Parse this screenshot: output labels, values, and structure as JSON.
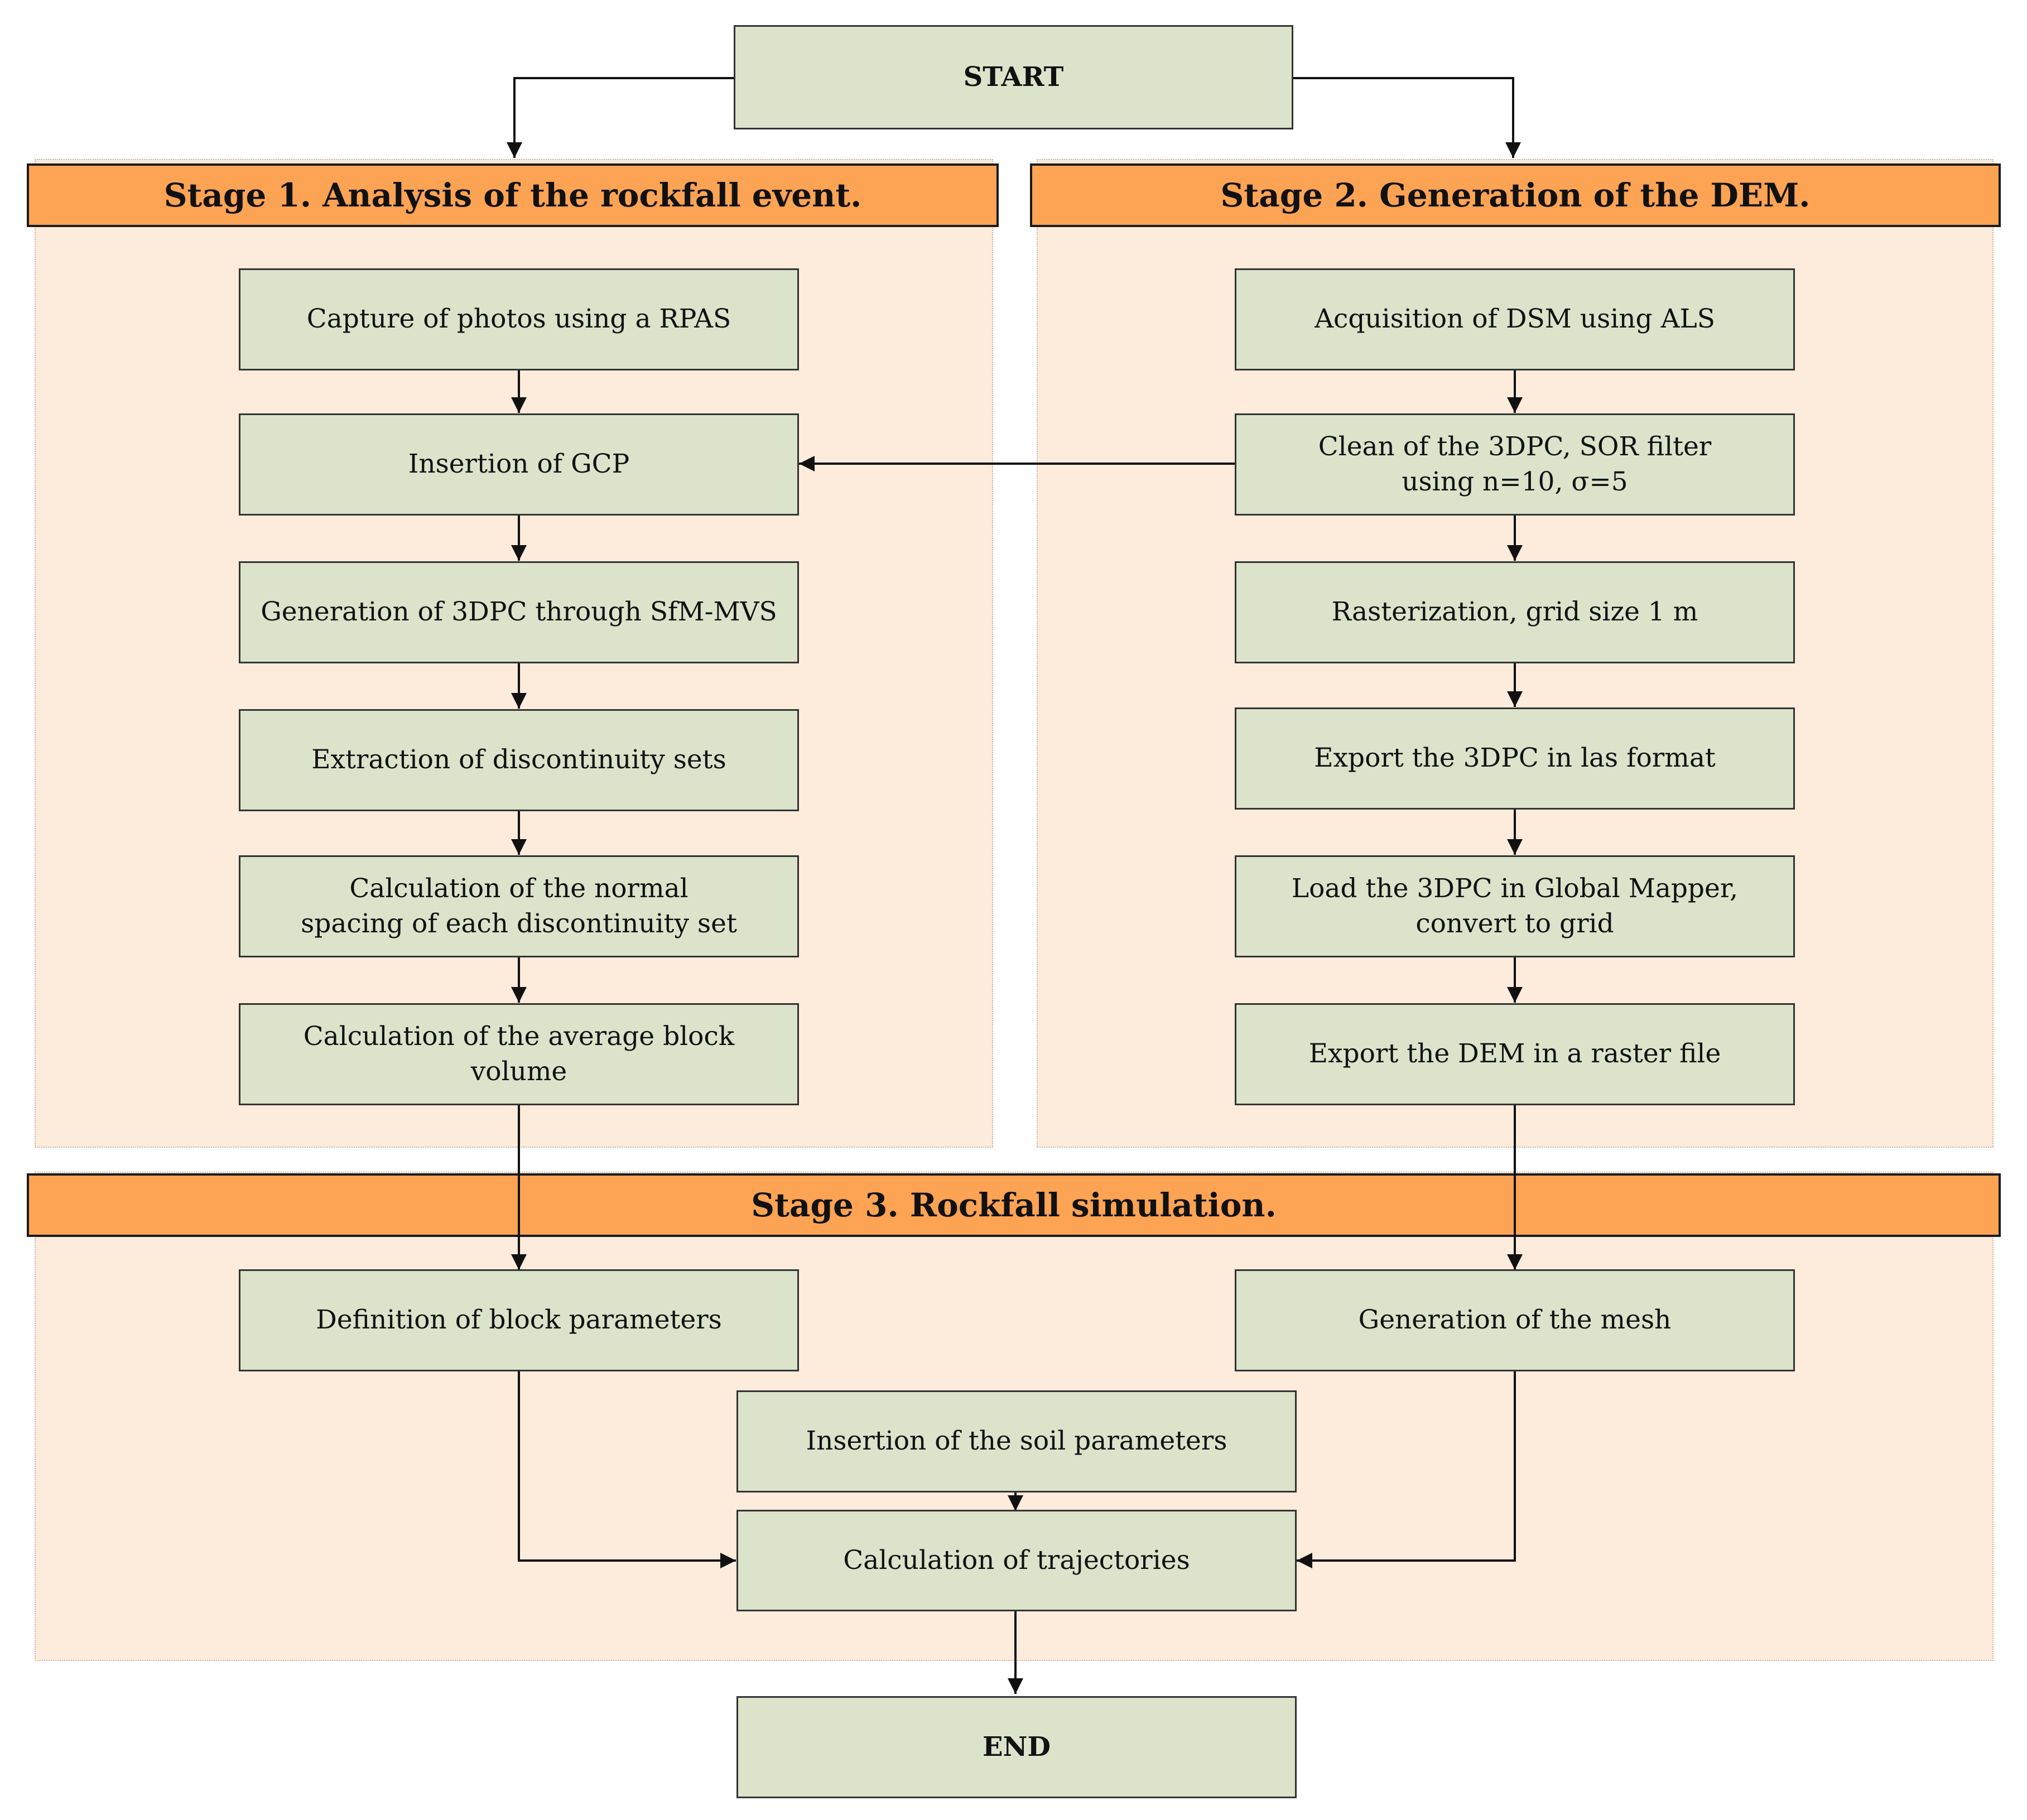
{
  "start_label": "START",
  "end_label": "END",
  "stage1": {
    "title": "Stage 1. Analysis of the rockfall event.",
    "steps": [
      "Capture of photos using a RPAS",
      "Insertion of GCP",
      "Generation of 3DPC through SfM-MVS",
      "Extraction of discontinuity sets",
      "Calculation of the normal\nspacing of each discontinuity set",
      "Calculation of the average block volume"
    ]
  },
  "stage2": {
    "title": "Stage 2. Generation of the DEM.",
    "steps": [
      "Acquisition of DSM using ALS",
      "Clean of the 3DPC, SOR filter\nusing n=10, σ=5",
      "Rasterization, grid size 1 m",
      "Export the 3DPC in las format",
      "Load the 3DPC in Global Mapper,\nconvert to grid",
      "Export the DEM in a raster file"
    ]
  },
  "stage3": {
    "title": "Stage 3. Rockfall simulation.",
    "block_params": "Definition of block parameters",
    "mesh": "Generation of the mesh",
    "soil_params": "Insertion of the soil parameters",
    "trajectories": "Calculation of trajectories"
  }
}
